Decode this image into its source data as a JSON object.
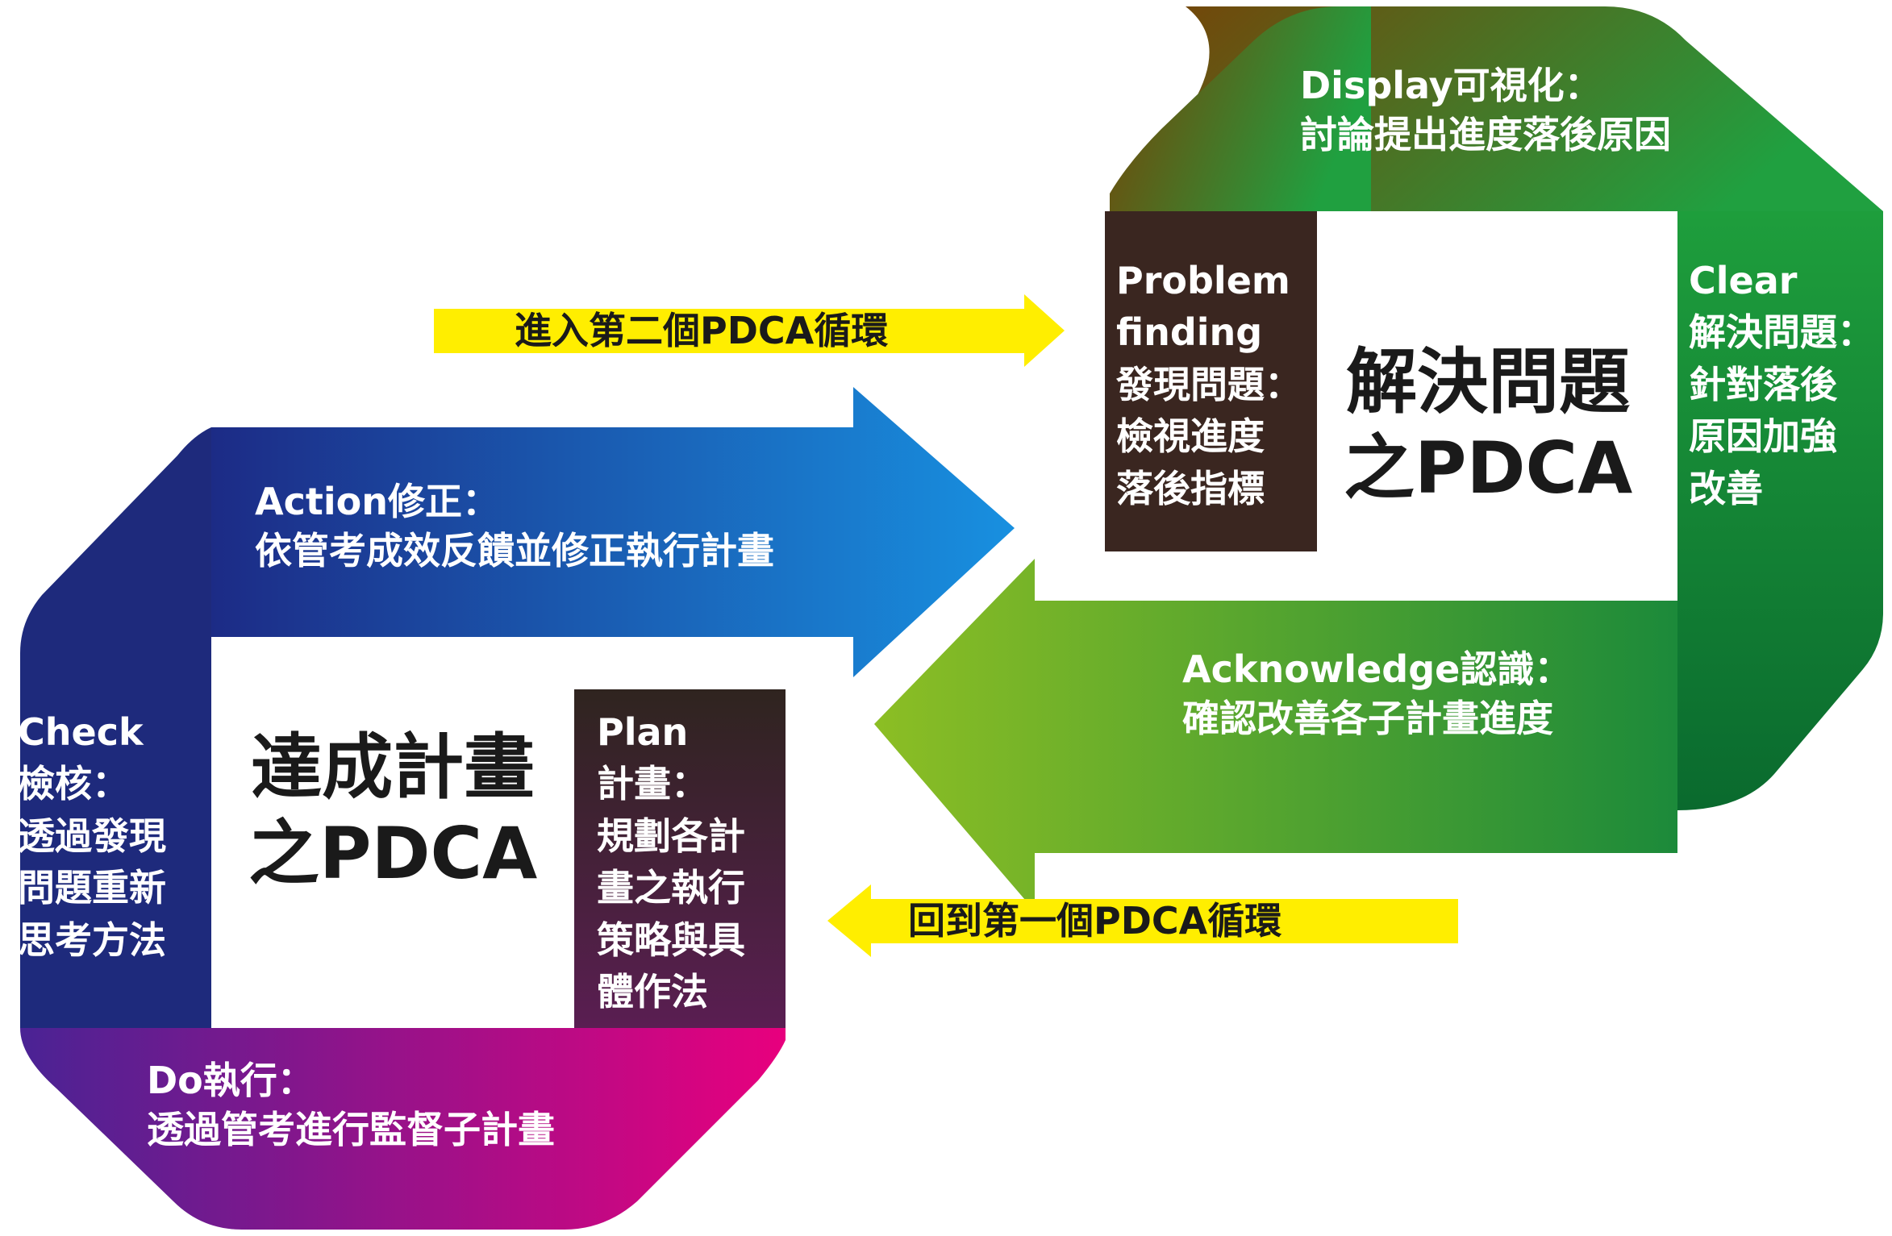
{
  "colors": {
    "action": [
      "#1c2b86",
      "#1890e0"
    ],
    "check": "#1e2a7c",
    "do": [
      "#4a2394",
      "#e8007e"
    ],
    "plan": [
      "#2f241f",
      "#5a1e52"
    ],
    "display": [
      "#7a3f05",
      "#20a040"
    ],
    "clear": [
      "#1e9e3c",
      "#0a6a2e"
    ],
    "acknowledge": [
      "#8cbe24",
      "#1c8a3a"
    ],
    "problem": "#3a2620",
    "arrow_yellow": "#ffee00"
  },
  "upper_cycle": {
    "title": [
      "解決問題",
      "之PDCA"
    ],
    "display": {
      "lines": [
        "Display可視化：",
        "討論提出進度落後原因"
      ]
    },
    "problem": {
      "lines": [
        "Problem",
        "finding",
        "發現問題：",
        "檢視進度",
        "落後指標"
      ]
    },
    "clear": {
      "lines": [
        "Clear",
        "解決問題：",
        "針對落後",
        "原因加強",
        "改善"
      ]
    },
    "acknowledge": {
      "lines": [
        "Acknowledge認識：",
        "確認改善各子計畫進度"
      ]
    }
  },
  "lower_cycle": {
    "title": [
      "達成計畫",
      "之PDCA"
    ],
    "action": {
      "lines": [
        "Action修正：",
        "依管考成效反饋並修正執行計畫"
      ]
    },
    "check": {
      "lines": [
        "Check",
        "檢核：",
        "透過發現",
        "問題重新",
        "思考方法"
      ]
    },
    "plan": {
      "lines": [
        "Plan",
        "計畫：",
        "規劃各計",
        "畫之執行",
        "策略與具",
        "體作法"
      ]
    },
    "do": {
      "lines": [
        "Do執行：",
        "透過管考進行監督子計畫"
      ]
    }
  },
  "connectors": {
    "to_second": "進入第二個PDCA循環",
    "back_to_first": "回到第一個PDCA循環"
  }
}
